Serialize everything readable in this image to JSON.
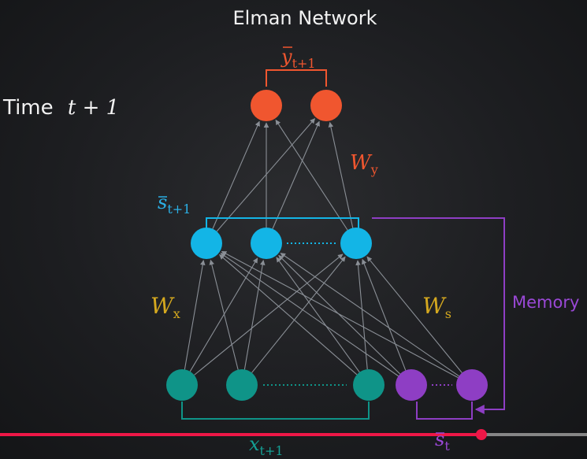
{
  "title": "Elman Network",
  "time_label": {
    "prefix": "Time",
    "math": "t + 1"
  },
  "labels": {
    "y": {
      "base": "y",
      "sub": "t+1"
    },
    "s": {
      "base": "s",
      "sub": "t+1"
    },
    "wy": {
      "base": "W",
      "sub": "y"
    },
    "wx": {
      "base": "W",
      "sub": "x"
    },
    "ws": {
      "base": "W",
      "sub": "s"
    },
    "x": {
      "base": "x",
      "sub": "t+1"
    },
    "st": {
      "base": "s",
      "sub": "t"
    },
    "memory": "Memory"
  },
  "colors": {
    "output": "#f0562f",
    "hidden": "#13b5e6",
    "input": "#0f9488",
    "memory": "#8e3ec4",
    "edge": "#8a8f96",
    "wlabel": "#d4a81f",
    "ylabel": "#f0562f",
    "slabel": "#2bb0e6",
    "xlabel": "#14a095",
    "memlabel": "#9a48d6",
    "progress": "#ee1747"
  },
  "progress": {
    "fraction": 0.82
  }
}
